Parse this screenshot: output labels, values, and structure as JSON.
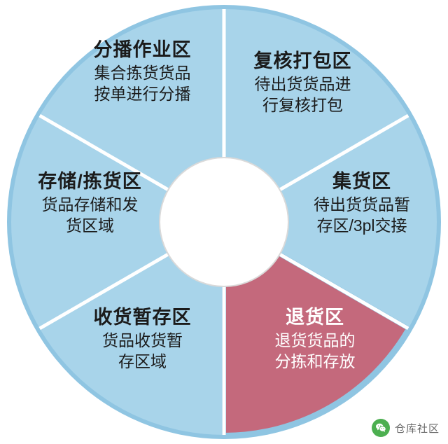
{
  "diagram": {
    "type": "donut-segments",
    "center_hole_color": "#ffffff",
    "outer_ring_color": "#8fc5e2",
    "blue_fill": "#a8d4ea",
    "red_fill": "#c4697c",
    "divider_color": "#ffffff",
    "segments": [
      {
        "id": "fenbo",
        "title": "分播作业区",
        "desc_lines": [
          "集合拣货货品",
          "按单进行分播"
        ],
        "fill": "#a8d4ea",
        "text_color": "#1b1b1b"
      },
      {
        "id": "fuhe",
        "title": "复核打包区",
        "desc_lines": [
          "待出货货品进",
          "行复核打包"
        ],
        "fill": "#a8d4ea",
        "text_color": "#1b1b1b"
      },
      {
        "id": "cunchu",
        "title": "存储/拣货区",
        "desc_lines": [
          "货品存储和发",
          "货区域"
        ],
        "fill": "#a8d4ea",
        "text_color": "#1b1b1b"
      },
      {
        "id": "jihuo",
        "title": "集货区",
        "desc_lines": [
          "待出货货品暂",
          "存区/3pl交接"
        ],
        "fill": "#a8d4ea",
        "text_color": "#1b1b1b"
      },
      {
        "id": "shouhuo",
        "title": "收货暂存区",
        "desc_lines": [
          "货品收货暂",
          "存区域"
        ],
        "fill": "#a8d4ea",
        "text_color": "#1b1b1b"
      },
      {
        "id": "tuihuo",
        "title": "退货区",
        "desc_lines": [
          "退货货品的",
          "分拣和存放"
        ],
        "fill": "#c4697c",
        "text_color": "#ffffff"
      }
    ]
  },
  "watermark": {
    "icon": "wechat-icon",
    "text": "仓库社区"
  }
}
